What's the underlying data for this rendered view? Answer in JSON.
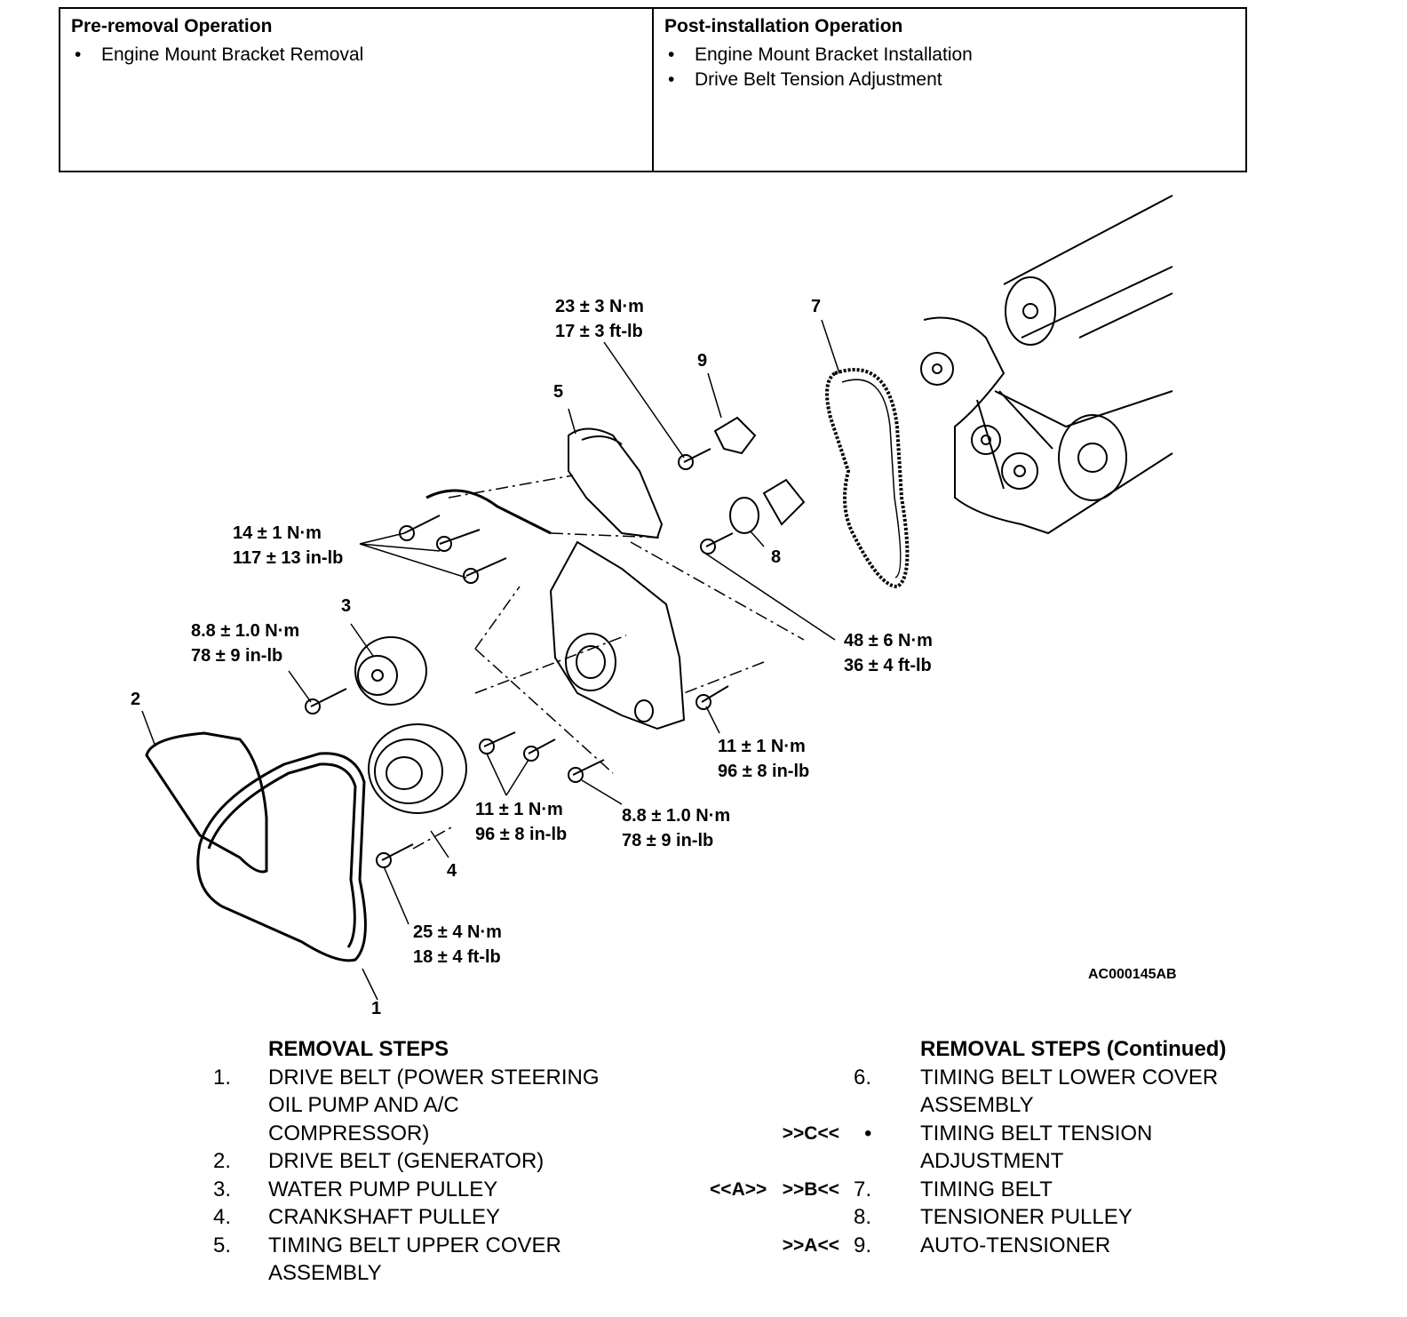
{
  "pre_removal": {
    "title": "Pre-removal Operation",
    "items": [
      "Engine Mount Bracket Removal"
    ]
  },
  "post_installation": {
    "title": "Post-installation Operation",
    "items": [
      "Engine Mount Bracket Installation",
      "Drive Belt Tension Adjustment"
    ]
  },
  "diagram": {
    "code": "AC000145AB",
    "callouts": [
      "1",
      "2",
      "3",
      "4",
      "5",
      "7",
      "8",
      "9"
    ],
    "torques": {
      "t_23": [
        "23 ± 3 N·m",
        "17 ± 3 ft-lb"
      ],
      "t_14": [
        "14 ± 1 N·m",
        "117 ± 13 in-lb"
      ],
      "t_88a": [
        "8.8 ± 1.0 N·m",
        "78 ± 9 in-lb"
      ],
      "t_48": [
        "48 ± 6 N·m",
        "36 ± 4 ft-lb"
      ],
      "t_11a": [
        "11 ± 1 N·m",
        "96 ± 8 in-lb"
      ],
      "t_11b": [
        "11 ± 1 N·m",
        "96 ± 8 in-lb"
      ],
      "t_88b": [
        "8.8 ± 1.0 N·m",
        "78 ± 9 in-lb"
      ],
      "t_25": [
        "25 ± 4 N·m",
        "18 ± 4 ft-lb"
      ]
    }
  },
  "removal_steps": {
    "title": "REMOVAL STEPS",
    "steps": [
      {
        "num": "1.",
        "lines": [
          "DRIVE BELT (POWER STEERING",
          "OIL PUMP AND A/C",
          "COMPRESSOR)"
        ]
      },
      {
        "num": "2.",
        "lines": [
          "DRIVE BELT (GENERATOR)"
        ]
      },
      {
        "num": "3.",
        "lines": [
          "WATER PUMP PULLEY"
        ]
      },
      {
        "num": "4.",
        "lines": [
          "CRANKSHAFT PULLEY"
        ]
      },
      {
        "num": "5.",
        "lines": [
          "TIMING BELT UPPER COVER",
          "ASSEMBLY"
        ]
      }
    ]
  },
  "removal_steps_cont": {
    "title": "REMOVAL STEPS (Continued)",
    "steps": [
      {
        "mark": "",
        "num": "6.",
        "lines": [
          "TIMING BELT LOWER COVER",
          "ASSEMBLY"
        ]
      },
      {
        "mark": ">>C<<",
        "num": "•",
        "lines": [
          "TIMING BELT TENSION",
          "ADJUSTMENT"
        ]
      },
      {
        "mark": "<<A>>   >>B<<",
        "num": "7.",
        "lines": [
          "TIMING BELT"
        ]
      },
      {
        "mark": "",
        "num": "8.",
        "lines": [
          "TENSIONER PULLEY"
        ]
      },
      {
        "mark": ">>A<<",
        "num": "9.",
        "lines": [
          "AUTO-TENSIONER"
        ]
      }
    ]
  }
}
